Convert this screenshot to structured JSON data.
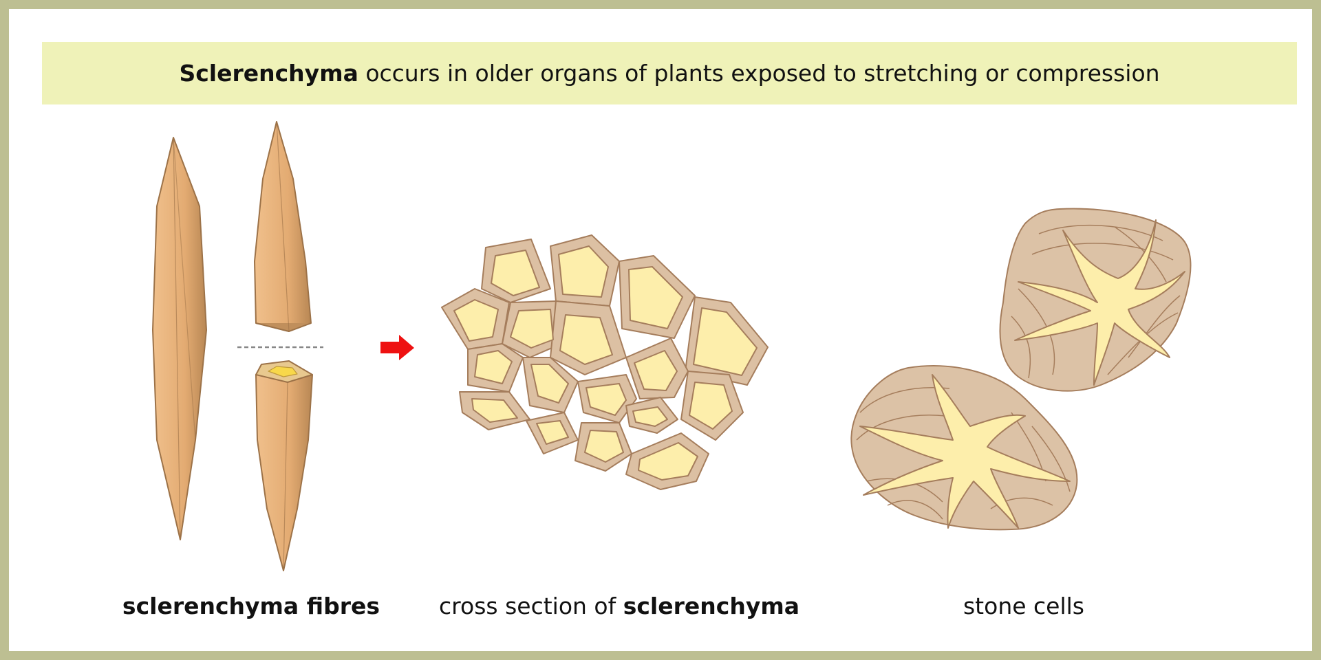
{
  "banner": {
    "bold_term": "Sclerenchyma",
    "rest": " occurs in older organs of plants exposed to stretching or compression"
  },
  "captions": {
    "fibres": "sclerenchyma fibres",
    "cross_section_prefix": "cross section of ",
    "cross_section_bold": "sclerenchyma",
    "stone_cells": "stone cells"
  },
  "colors": {
    "frame": "#bdbf92",
    "banner_bg": "#eff2b8",
    "fibre_light": "#e8b57e",
    "fibre_dark": "#b98a57",
    "fibre_outline": "#9c7248",
    "cell_wall": "#dcc0a3",
    "cell_outline": "#a57d5c",
    "cell_lumen": "#fdeeab",
    "stone_fill": "#dcc2a6",
    "arrow": "#ee1111",
    "cut_line": "#888888"
  },
  "icons": {
    "arrow": "red-right-arrow-icon"
  }
}
